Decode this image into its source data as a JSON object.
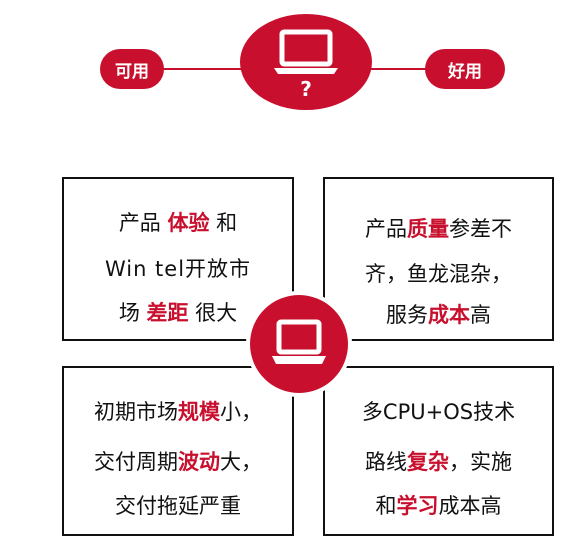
{
  "top": {
    "left_pill": "可用",
    "right_pill": "好用",
    "question": "?"
  },
  "boxes": {
    "top_left": {
      "line1": {
        "a": "产品 ",
        "b": "体验",
        "c": " 和"
      },
      "line2": "Win tel开放市",
      "line3": {
        "a": "场 ",
        "b": "差距",
        "c": " 很大"
      }
    },
    "top_right": {
      "line1": {
        "a": "产品",
        "b": "质量",
        "c": "参差不"
      },
      "line2": "齐，鱼龙混杂，",
      "line3": {
        "a": "服务",
        "b": "成本",
        "c": "高"
      }
    },
    "bottom_left": {
      "line1": {
        "a": "初期市场",
        "b": "规模",
        "c": "小，"
      },
      "line2": {
        "a": "交付周期",
        "b": "波动",
        "c": "大，"
      },
      "line3": "交付拖延严重"
    },
    "bottom_right": {
      "line1": "多CPU+OS技术",
      "line2": {
        "a": "路线",
        "b": "复杂",
        "c": "，实施"
      },
      "line3": {
        "a": "和",
        "b": "学习",
        "c": "成本高"
      }
    }
  },
  "colors": {
    "accent": "#c8102e",
    "border": "#111111",
    "text": "#111111"
  },
  "icons": [
    "laptop-icon"
  ]
}
